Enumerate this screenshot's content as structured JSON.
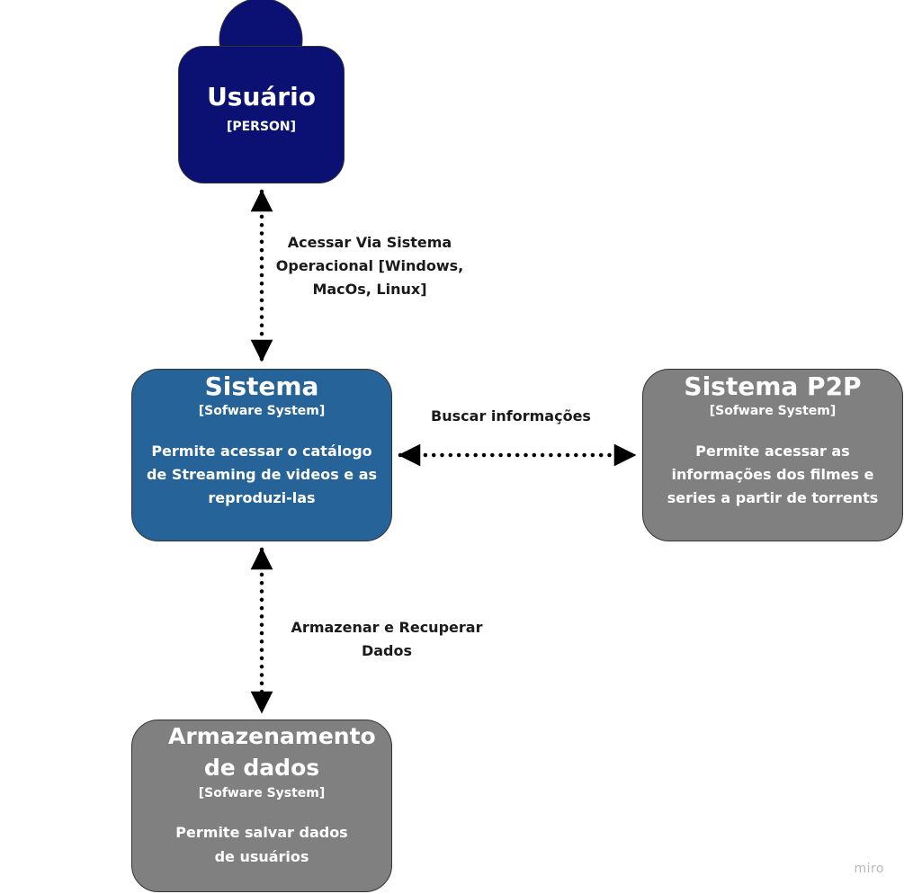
{
  "colors": {
    "person": "#0a1172",
    "system": "#266398",
    "external": "#808080",
    "connector": "#000000"
  },
  "person": {
    "title": "Usuário",
    "type": "[PERSON]"
  },
  "system": {
    "title": "Sistema",
    "type": "[Sofware System]",
    "description": "Permite acessar o catálogo de Streaming de videos e as reproduzi-las"
  },
  "p2p": {
    "title": "Sistema P2P",
    "type": "[Sofware System]",
    "description": "Permite acessar as informações dos filmes e series a partir de torrents"
  },
  "storage": {
    "title": "Armazenamento de dados",
    "type": "[Sofware System]",
    "description": "Permite salvar dados de usuários"
  },
  "connectors": {
    "user_system": "Acessar Via Sistema Operacional [Windows, MacOs, Linux]",
    "system_p2p": "Buscar informações",
    "system_storage": "Armazenar e Recuperar Dados"
  },
  "watermark": "miro"
}
